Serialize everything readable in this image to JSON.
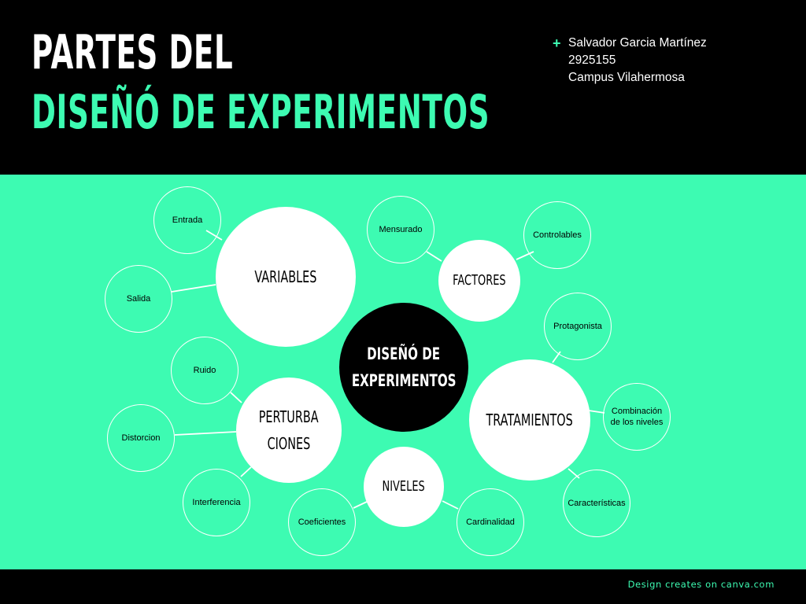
{
  "header": {
    "title_line1": "PARTES DEL",
    "title_line2": "DISEÑÓ DE EXPERIMENTOS",
    "author": {
      "name": "Salvador Garcia Martínez",
      "id": "2925155",
      "campus": "Campus Vilahermosa"
    }
  },
  "diagram": {
    "center": {
      "line1": "DISEÑÓ DE",
      "line2": "EXPERIMENTOS"
    },
    "variables": {
      "label": "VARIABLES",
      "children": [
        "Entrada",
        "Salida"
      ]
    },
    "factores": {
      "label": "FACTORES",
      "children": [
        "Mensurado",
        "Controlables"
      ]
    },
    "tratamientos": {
      "label": "TRATAMIENTOS",
      "children": [
        "Protagonista",
        "Combinación de los niveles",
        "Características"
      ]
    },
    "niveles": {
      "label": "NIVELES",
      "children": [
        "Coeficientes",
        "Cardinalidad"
      ]
    },
    "perturbaciones": {
      "line1": "PERTURBA",
      "line2": "CIONES",
      "children": [
        "Ruido",
        "Distorcion",
        "Interferencia"
      ]
    }
  },
  "footer": {
    "credit": "Design creates on canva.com"
  },
  "colors": {
    "accent": "#3dfbb2",
    "background": "#000000",
    "bubble": "#ffffff"
  }
}
